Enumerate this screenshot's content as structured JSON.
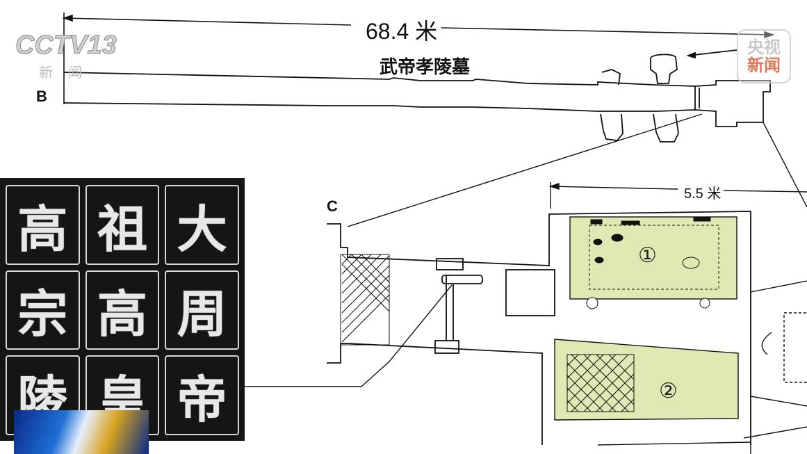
{
  "diagram": {
    "dim_total": "68.4 米",
    "tomb_title": "武帝孝陵墓",
    "label_b": "B",
    "label_c": "C",
    "dim_detail": "5.5 米",
    "chamber_1": "①",
    "chamber_2": "②"
  },
  "rubbing": {
    "characters": [
      "高",
      "祖",
      "大",
      "宗",
      "高",
      "周",
      "陵",
      "皇",
      "帝"
    ]
  },
  "watermark": {
    "channel": "CCTV13",
    "channel_sub": "新闻",
    "badge_top": "央视",
    "badge_bottom": "新闻"
  },
  "colors": {
    "chamber_fill": "#dfe9b4",
    "line": "#111111",
    "rubbing_bg": "#151515",
    "badge_accent": "#e07a5a"
  }
}
